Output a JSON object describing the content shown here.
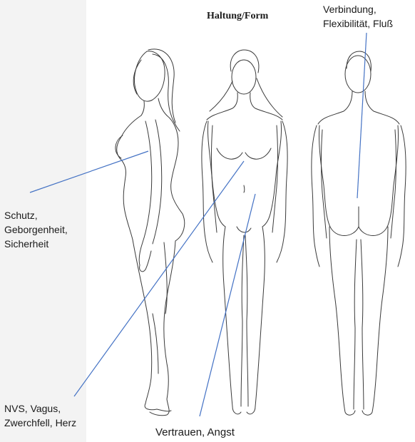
{
  "title": "Haltung/Form",
  "labels": {
    "schutz": [
      "Schutz,",
      "Geborgenheit,",
      "Sicherheit"
    ],
    "verbindung": [
      "Verbindung,",
      "Flexibilität, Fluß"
    ],
    "nvs": [
      "NVS, Vagus,",
      "Zwerchfell, Herz"
    ],
    "vertrauen": "Vertrauen, Angst"
  },
  "colors": {
    "callout_line": "#4472c4",
    "left_panel": "#f3f3f3",
    "outline": "#3a3a3a"
  }
}
